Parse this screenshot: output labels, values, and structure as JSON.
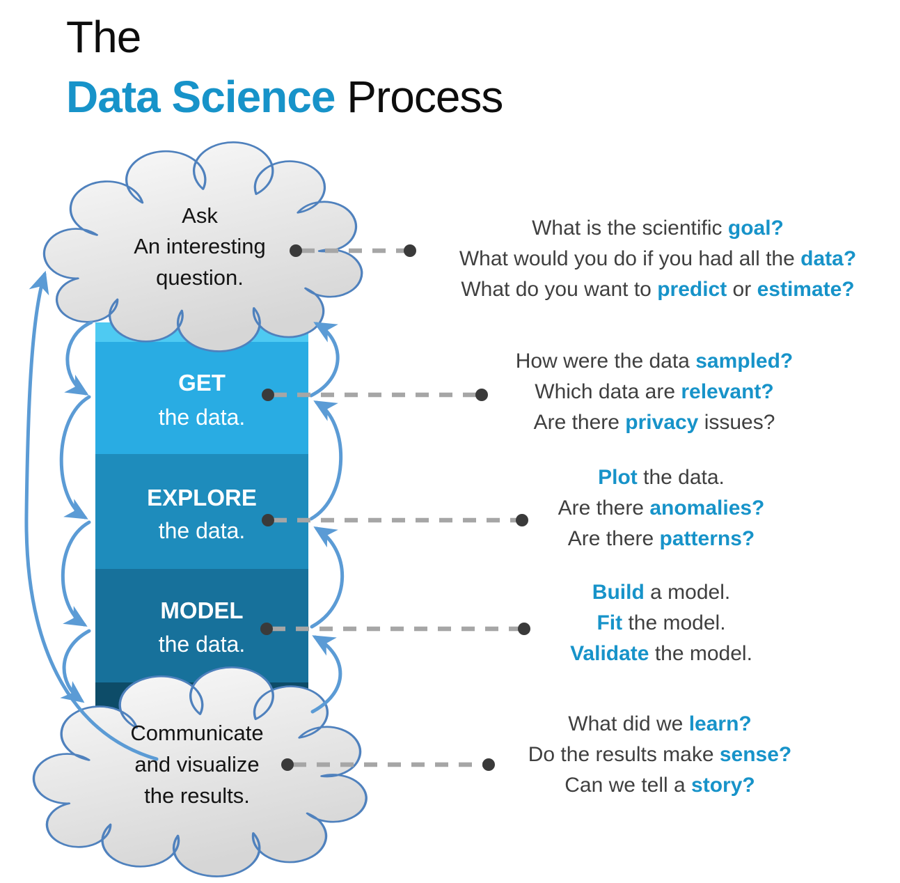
{
  "title": {
    "pre": "The",
    "highlight": "Data Science",
    "rest": " Process"
  },
  "cloud_top": {
    "line1": "Ask",
    "line2": "An interesting",
    "line3": "question."
  },
  "cloud_bottom": {
    "line1": "Communicate",
    "line2": "and visualize",
    "line3": "the results."
  },
  "boxes": {
    "get": {
      "label": "GET",
      "sub": "the data."
    },
    "explore": {
      "label": "EXPLORE",
      "sub": "the data."
    },
    "model": {
      "label": "MODEL",
      "sub": "the data."
    }
  },
  "annotations": [
    {
      "lines": [
        [
          {
            "t": "What is the scientific "
          },
          {
            "t": "goal?",
            "h": true
          }
        ],
        [
          {
            "t": "What would you do if you had all the "
          },
          {
            "t": "data?",
            "h": true
          }
        ],
        [
          {
            "t": "What do you want to "
          },
          {
            "t": "predict",
            "h": true
          },
          {
            "t": " or "
          },
          {
            "t": "estimate?",
            "h": true
          }
        ]
      ]
    },
    {
      "lines": [
        [
          {
            "t": "How were the data "
          },
          {
            "t": "sampled?",
            "h": true
          }
        ],
        [
          {
            "t": "Which data are "
          },
          {
            "t": "relevant?",
            "h": true
          }
        ],
        [
          {
            "t": "Are there "
          },
          {
            "t": "privacy",
            "h": true
          },
          {
            "t": " issues?"
          }
        ]
      ]
    },
    {
      "lines": [
        [
          {
            "t": "Plot",
            "h": true
          },
          {
            "t": " the data."
          }
        ],
        [
          {
            "t": "Are there "
          },
          {
            "t": "anomalies?",
            "h": true
          }
        ],
        [
          {
            "t": "Are there "
          },
          {
            "t": "patterns?",
            "h": true
          }
        ]
      ]
    },
    {
      "lines": [
        [
          {
            "t": "Build",
            "h": true
          },
          {
            "t": " a model."
          }
        ],
        [
          {
            "t": "Fit",
            "h": true
          },
          {
            "t": " the model."
          }
        ],
        [
          {
            "t": "Validate",
            "h": true
          },
          {
            "t": " the model."
          }
        ]
      ]
    },
    {
      "lines": [
        [
          {
            "t": "What did we "
          },
          {
            "t": "learn?",
            "h": true
          }
        ],
        [
          {
            "t": "Do the results make "
          },
          {
            "t": "sense?",
            "h": true
          }
        ],
        [
          {
            "t": "Can we tell a "
          },
          {
            "t": "story?",
            "h": true
          }
        ]
      ]
    }
  ],
  "colors": {
    "accent": "#1793C9",
    "text_gray": "#3F3F3F",
    "arrow": "#5B9BD5",
    "dash": "#A6A6A6",
    "dot": "#3A3A3A",
    "cloud_stroke": "#4F81BD",
    "cloud_fill_light": "#FBFBFB",
    "cloud_fill_dark": "#D6D6D6",
    "box_get": "#29ACE3",
    "box_get_strip": "#4ECAF2",
    "box_explore": "#1E8CBC",
    "box_model": "#17719B",
    "box_dark": "#0D4C68",
    "box_text": "#FFFFFF",
    "cloud_text": "#141414"
  }
}
